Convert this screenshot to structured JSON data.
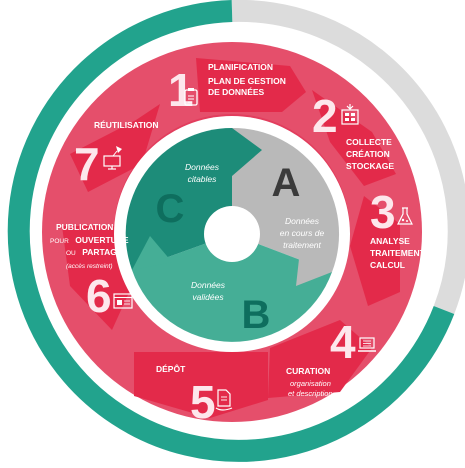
{
  "colors": {
    "teal": "#22a38d",
    "teal_dark": "#0e6e5e",
    "gray_arc": "#dcdcdc",
    "ring": "#e54f6b",
    "arrow": "#e32a4a",
    "core_gray": "#b9b9b9",
    "core_teal_light": "#45ae96",
    "core_teal_mid": "#1d8c79",
    "number": "#fde7ec"
  },
  "steps": [
    {
      "number": "1",
      "title_1": "PLANIFICATION",
      "title_2": "PLAN DE GESTION",
      "title_3": "DE DONNÉES",
      "icon": "clipboard-icon"
    },
    {
      "number": "2",
      "title_1": "COLLECTE",
      "title_2": "CRÉATION",
      "title_3": "STOCKAGE",
      "icon": "storage-grid-icon"
    },
    {
      "number": "3",
      "title_1": "ANALYSE",
      "title_2": "TRAITEMENT",
      "title_3": "CALCUL",
      "icon": "flask-icon"
    },
    {
      "number": "4",
      "title_1": "CURATION",
      "sub_1": "organisation",
      "sub_2": "et description",
      "icon": "laptop-icon"
    },
    {
      "number": "5",
      "title_1": "DÉPÔT",
      "icon": "document-hand-icon"
    },
    {
      "number": "6",
      "title_1": "PUBLICATION",
      "pour": "POUR",
      "ouverture": "OUVERTURE",
      "ou": "OU",
      "partage": "PARTAGE",
      "note": "(accès restreint)",
      "icon": "browser-window-icon"
    },
    {
      "number": "7",
      "title_1": "RÉUTILISATION",
      "icon": "lamp-computer-icon"
    }
  ],
  "core": {
    "a": {
      "letter": "A",
      "label_1": "Données",
      "label_2": "en cours de",
      "label_3": "traitement"
    },
    "b": {
      "letter": "B",
      "label_1": "Données",
      "label_2": "validées"
    },
    "c": {
      "letter": "C",
      "label_1": "Données",
      "label_2": "citables"
    }
  }
}
